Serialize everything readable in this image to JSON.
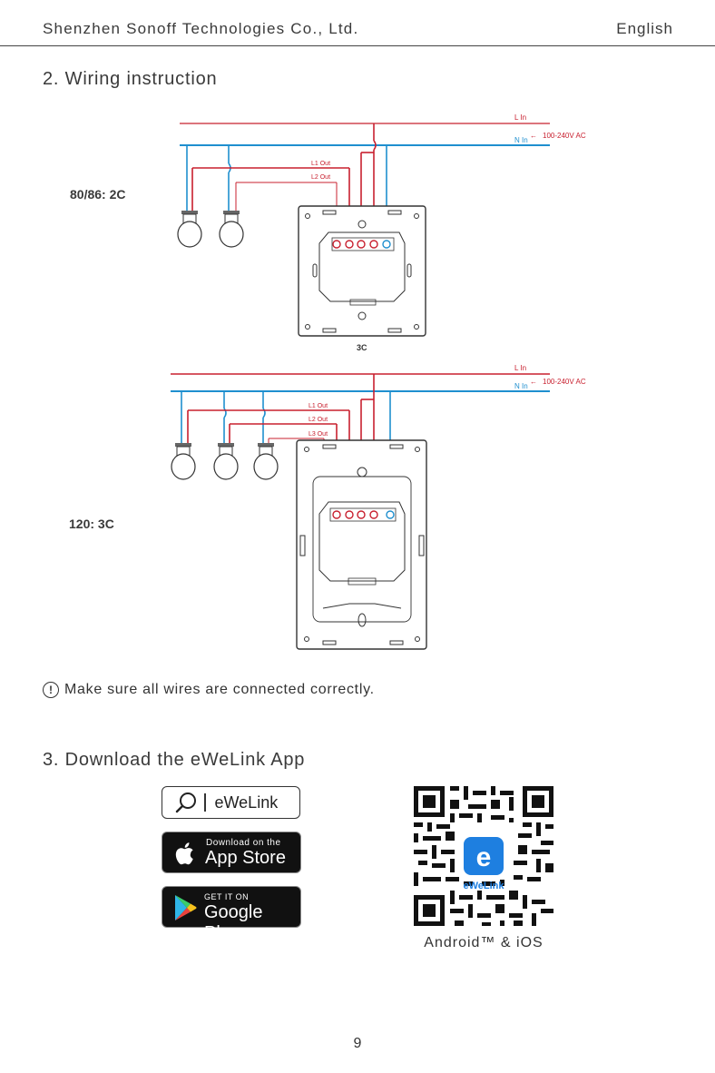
{
  "header": {
    "company": "Shenzhen Sonoff Technologies Co., Ltd.",
    "language": "English"
  },
  "sections": {
    "wiring_title": "2. Wiring instruction",
    "download_title": "3. Download the eWeLink App"
  },
  "diagram1": {
    "label": "80/86: 2C",
    "caption": "3C",
    "l_in": "L In",
    "n_in": "N In",
    "voltage": "100-240V AC",
    "outputs": [
      "L1 Out",
      "L2 Out"
    ],
    "wire_colors": {
      "live": "#c8202f",
      "neutral": "#1f8fcf"
    }
  },
  "diagram2": {
    "label": "120: 3C",
    "l_in": "L In",
    "n_in": "N In",
    "voltage": "100-240V AC",
    "outputs": [
      "L1 Out",
      "L2 Out",
      "L3 Out"
    ]
  },
  "warning": {
    "icon": "exclamation-circle-icon",
    "text": "Make sure all wires are connected correctly."
  },
  "app": {
    "search_label": "eWeLink",
    "app_store_small": "Download on the",
    "app_store_big": "App Store",
    "google_small": "GET IT ON",
    "google_big": "Google Play",
    "qr_logo_text": "eWeLink",
    "qr_caption": "Android™ & iOS"
  },
  "page_number": "9"
}
